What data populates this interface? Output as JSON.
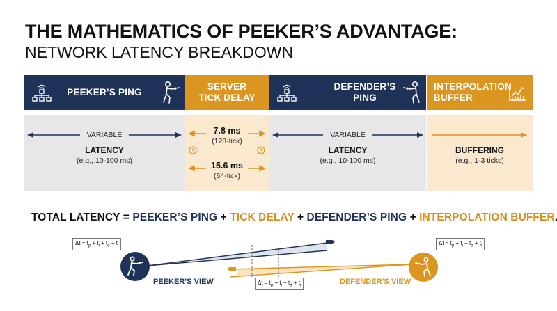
{
  "title": {
    "line1": "THE MATHEMATICS OF PEEKER’S ADVANTAGE:",
    "line2": "NETWORK LATENCY BREAKDOWN"
  },
  "columns": [
    {
      "header": "PEEKER’S PING",
      "variable": "VARIABLE",
      "main": "LATENCY",
      "sub": "(e.g., 10-100 ms)"
    },
    {
      "header_l1": "SERVER",
      "header_l2": "TICK DELAY",
      "tick1_value": "7.8 ms",
      "tick1_rate": "(128-tick)",
      "tick2_value": "15.6 ms",
      "tick2_rate": "(64-tick)"
    },
    {
      "header_l1": "DEFENDER’S",
      "header_l2": "PING",
      "variable": "VARIABLE",
      "main": "LATENCY",
      "sub": "(e.g., 10-100 ms)"
    },
    {
      "header_l1": "INTERPOLATION",
      "header_l2": "BUFFER",
      "main": "BUFFERING",
      "sub": "(e.g., 1-3 ticks)"
    }
  ],
  "equation": {
    "lhs": "TOTAL LATENCY",
    "eq": "=",
    "t1": "PEEKER’S PING",
    "plus1": "+",
    "t2": "TICK DELAY",
    "plus2": "+",
    "t3": "DEFENDER’S PING",
    "plus3": "+",
    "t4": "INTERPOLATION BUFFER",
    "end": "."
  },
  "views": {
    "peeker": "PEEKER’S VIEW",
    "defender": "DEFENDER’S VIEW"
  },
  "formula": {
    "delta": "Δt = t",
    "p": "p",
    "i": "i",
    "d": "d",
    "plus": " + t"
  },
  "colors": {
    "navy": "#1f3358",
    "gold": "#db9521",
    "grey_panel": "#e7e7ea",
    "cream_panel": "#fbe9cf"
  },
  "icons": [
    "network-icon",
    "shooter-icon",
    "clock-icon",
    "chart-icon",
    "bullet-icon"
  ]
}
